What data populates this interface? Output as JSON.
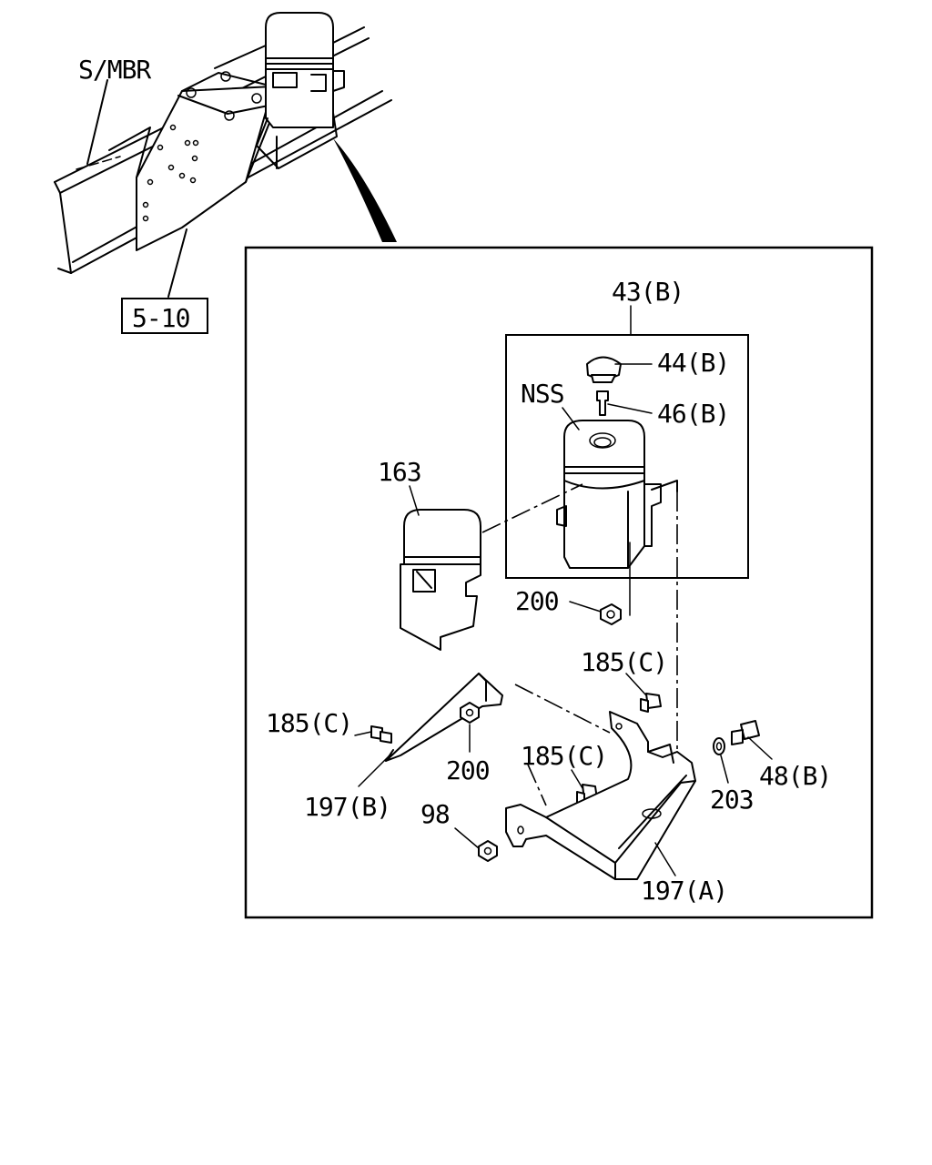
{
  "overview": {
    "label_s_mbr": "S/MBR",
    "ref_box": "5-10"
  },
  "callouts": {
    "c43b": "43(B)",
    "c44b": "44(B)",
    "c46b": "46(B)",
    "nss": "NSS",
    "c163": "163",
    "c200a": "200",
    "c185c_top": "185(C)",
    "c185c_left": "185(C)",
    "c185c_mid": "185(C)",
    "c200b": "200",
    "c197b": "197(B)",
    "c98": "98",
    "c203": "203",
    "c48b": "48(B)",
    "c197a": "197(A)"
  }
}
